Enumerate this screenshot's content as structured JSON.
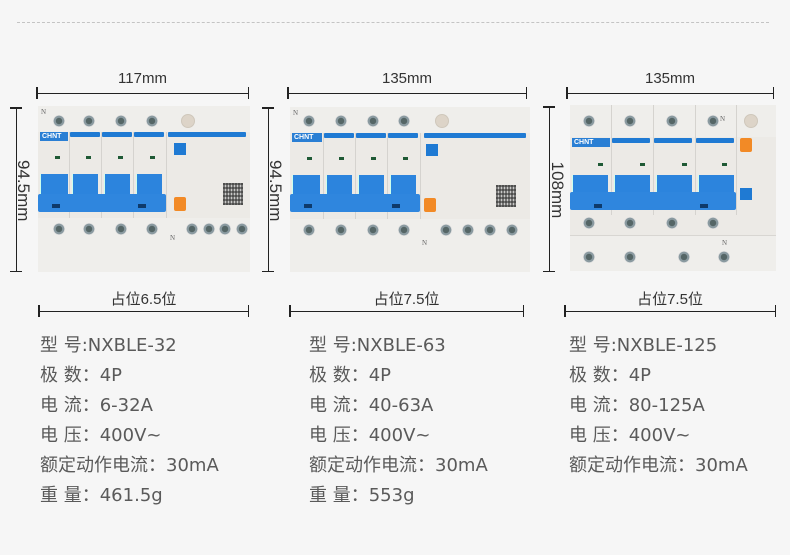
{
  "products": [
    {
      "width_label": "117mm",
      "height_label": "94.5mm",
      "slot_label": "占位6.5位",
      "brand": "CHNT",
      "specs": [
        {
          "label": "型  号:",
          "value": "NXBLE-32"
        },
        {
          "label": "极  数：",
          "value": "4P"
        },
        {
          "label": "电  流：",
          "value": "6-32A"
        },
        {
          "label": "电  压：",
          "value": "400V~"
        },
        {
          "label": "额定动作电流：",
          "value": "30mA"
        },
        {
          "label": "重  量：",
          "value": "461.5g"
        }
      ]
    },
    {
      "width_label": "135mm",
      "height_label": "94.5mm",
      "slot_label": "占位7.5位",
      "brand": "CHNT",
      "specs": [
        {
          "label": "型  号:",
          "value": "NXBLE-63"
        },
        {
          "label": "极  数：",
          "value": "4P"
        },
        {
          "label": "电  流：",
          "value": "40-63A"
        },
        {
          "label": "电  压：",
          "value": "400V~"
        },
        {
          "label": "额定动作电流：",
          "value": "30mA"
        },
        {
          "label": "重  量：",
          "value": "553g"
        }
      ]
    },
    {
      "width_label": "135mm",
      "height_label": "108mm",
      "slot_label": "占位7.5位",
      "brand": "CHNT",
      "specs": [
        {
          "label": "型  号:",
          "value": "NXBLE-125"
        },
        {
          "label": "极  数：",
          "value": "4P"
        },
        {
          "label": "电  流：",
          "value": "80-125A"
        },
        {
          "label": "电  压：",
          "value": "400V~"
        },
        {
          "label": "额定动作电流：",
          "value": "30mA"
        }
      ]
    }
  ],
  "colors": {
    "background": "#f6f6f6",
    "breaker_blue": "#2c84dd",
    "test_button_orange": "#f28a26",
    "text": "#5a5a5a"
  }
}
